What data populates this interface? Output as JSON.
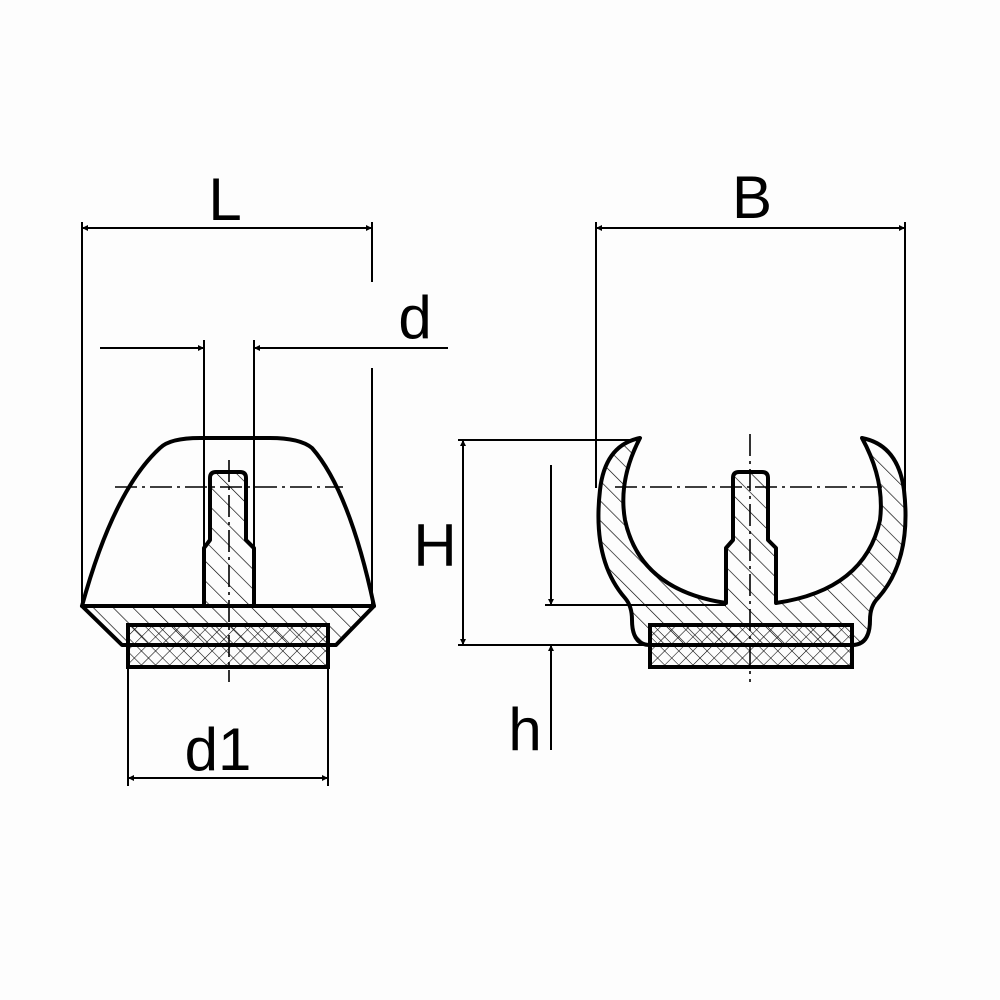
{
  "diagram": {
    "left_view": {
      "dimension_L": "L",
      "dimension_d": "d",
      "dimension_d1": "d1"
    },
    "right_view": {
      "dimension_B": "B",
      "dimension_H": "H",
      "dimension_h": "h"
    },
    "colors": {
      "line": "#000000",
      "background": "#fdfdfd"
    }
  }
}
